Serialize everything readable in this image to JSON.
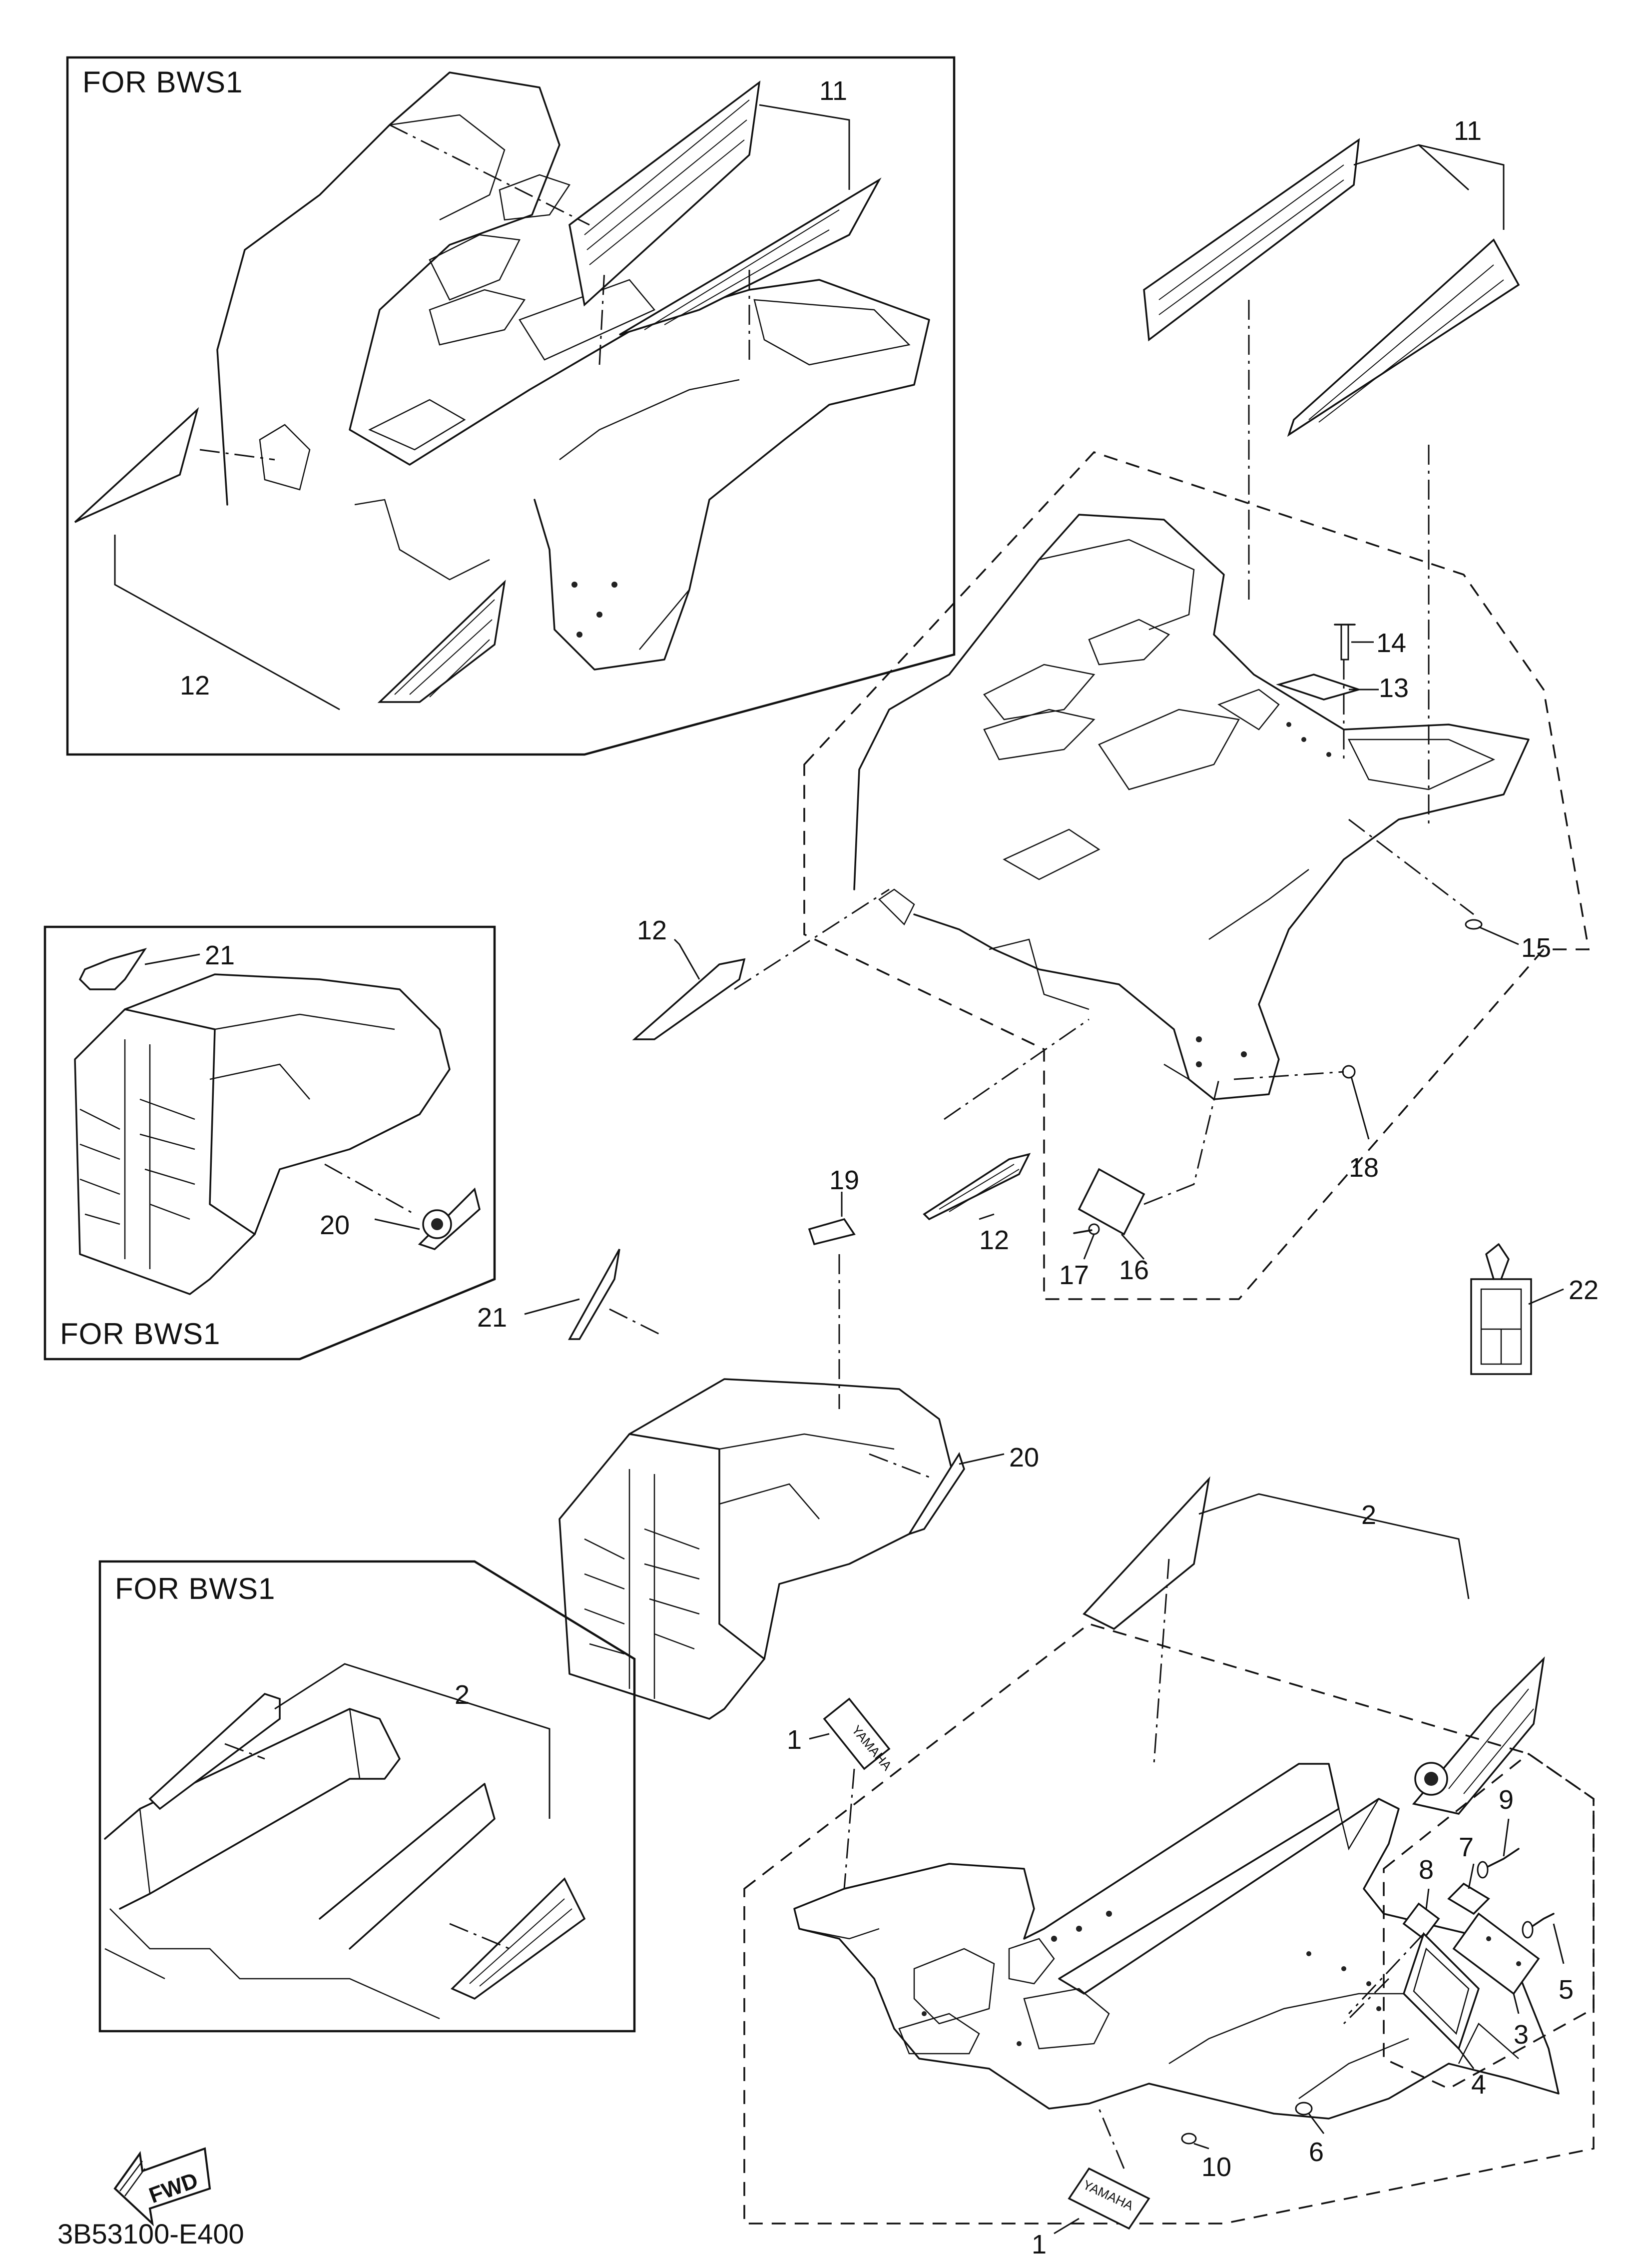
{
  "frames": {
    "top_left": "FOR BWS1",
    "mid_left": "FOR BWS1",
    "bottom_left": "FOR BWS1"
  },
  "callouts": {
    "c1a": "1",
    "c1b": "1",
    "c2a": "2",
    "c2b": "2",
    "c3": "3",
    "c4": "4",
    "c5": "5",
    "c6": "6",
    "c7": "7",
    "c8": "8",
    "c9": "9",
    "c10": "10",
    "c11a": "11",
    "c11b": "11",
    "c12a": "12",
    "c12b": "12",
    "c12c": "12",
    "c13": "13",
    "c14": "14",
    "c15": "15",
    "c16": "16",
    "c17": "17",
    "c18": "18",
    "c19": "19",
    "c20a": "20",
    "c20b": "20",
    "c21a": "21",
    "c21b": "21",
    "c22": "22"
  },
  "fwd_label": "FWD",
  "decal_text": {
    "yamaha": "YAMAHA"
  },
  "diagram_code": "3B53100-E400"
}
